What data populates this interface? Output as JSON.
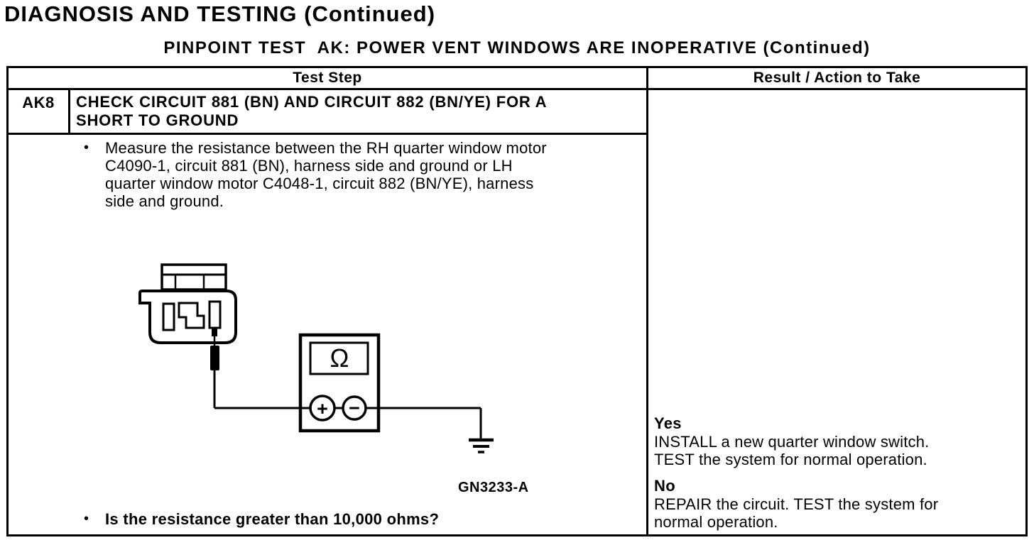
{
  "page": {
    "title": "DIAGNOSIS AND TESTING (Continued)",
    "subtitle": "PINPOINT TEST  AK: POWER VENT WINDOWS ARE INOPERATIVE (Continued)"
  },
  "colors": {
    "ink": "#000000",
    "paper": "#ffffff"
  },
  "table": {
    "headers": {
      "test_step": "Test Step",
      "result": "Result / Action to Take"
    },
    "step": {
      "id": "AK8",
      "title_lines": [
        "CHECK CIRCUIT 881 (BN) AND CIRCUIT 882 (BN/YE) FOR A",
        "SHORT TO GROUND"
      ],
      "bullet_char": "•",
      "instruction_lines": [
        "Measure the resistance between the RH quarter window motor",
        "C4090-1, circuit 881 (BN), harness side and ground or LH",
        "quarter window motor C4048-1, circuit 882 (BN/YE), harness",
        "side and ground."
      ],
      "question": "Is the resistance greater than 10,000 ohms?"
    },
    "result": {
      "yes_label": "Yes",
      "yes_lines": [
        "INSTALL a new quarter window switch.",
        "TEST the system for normal operation."
      ],
      "no_label": "No",
      "no_lines": [
        "REPAIR the circuit. TEST the system for",
        "normal operation."
      ]
    }
  },
  "diagram": {
    "figure_id": "GN3233-A",
    "meter_symbol": "Ω",
    "plus_label": "+",
    "minus_label": "−"
  }
}
